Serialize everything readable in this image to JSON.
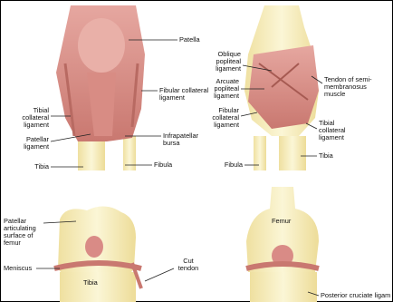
{
  "labels": {
    "patella": "Patella",
    "fibular_collateral_ligament_front": "Fibular collateral\nligament",
    "tibial_collateral_ligament_front": "Tibial\ncollateral\nligament",
    "patellar_ligament": "Patellar\nligament",
    "infrapatellar_bursa": "Infrapatellar\nbursa",
    "tibia_front": "Tibia",
    "fibula_front": "Fibula",
    "oblique_popliteal_ligament": "Oblique\npopliteal\nligament",
    "arcuate_popliteal_ligament": "Arcuate\npopliteal\nligament",
    "fibular_collateral_ligament_back": "Fibular\ncollateral\nligament",
    "tendon_semimembranosus": "Tendon of semi-\nmembranosus\nmuscle",
    "tibial_collateral_ligament_back": "Tibial\ncollateral\nligament",
    "fibula_back": "Fibula",
    "tibia_back": "Tibia",
    "patellar_articulating_surface": "Patellar\narticulating\nsurface of\nfemur",
    "meniscus": "Meniscus",
    "tibia_lower": "Tibia",
    "cut_tendon": "Cut\ntendon",
    "femur": "Femur",
    "posterior_cruciate_ligament": "Posterior cruciate ligam"
  },
  "colors": {
    "bone": "#f7edb4",
    "muscle": "#d98b86",
    "line": "#222222"
  }
}
